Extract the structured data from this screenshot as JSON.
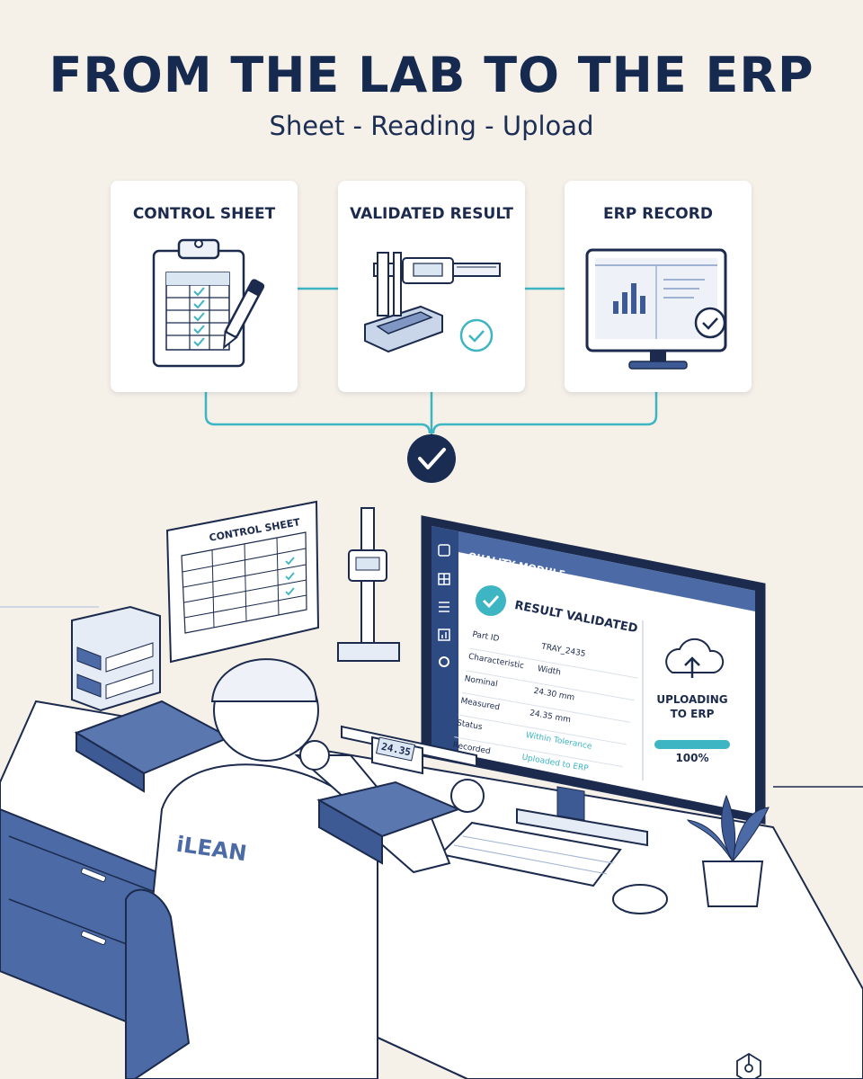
{
  "header": {
    "title": "FROM THE LAB TO THE ERP",
    "subtitle": "Sheet - Reading - Upload"
  },
  "cards": [
    {
      "title": "CONTROL SHEET",
      "icon": "clipboard-pen-icon"
    },
    {
      "title": "VALIDATED RESULT",
      "icon": "caliper-check-icon"
    },
    {
      "title": "ERP RECORD",
      "icon": "monitor-chart-check-icon"
    }
  ],
  "wall_sheet": {
    "title": "CONTROL SHEET"
  },
  "monitor": {
    "header": "QUALITY MODULE",
    "status": "RESULT VALIDATED",
    "sidebar_icons": [
      "square-icon",
      "grid-icon",
      "list-icon",
      "chart-icon",
      "gear-icon"
    ],
    "fields": [
      {
        "label": "Part ID",
        "value": "TRAY_2435"
      },
      {
        "label": "Characteristic",
        "value": "Width"
      },
      {
        "label": "Nominal",
        "value": "24.30 mm"
      },
      {
        "label": "Measured",
        "value": "24.35 mm"
      },
      {
        "label": "Status",
        "value": "Within Tolerance"
      },
      {
        "label": "Recorded",
        "value": "Uploaded to ERP"
      }
    ],
    "upload": {
      "label_line1": "UPLOADING",
      "label_line2": "TO ERP",
      "percent_text": "100%",
      "progress": 1.0
    }
  },
  "caliper_display": "24.35",
  "worker_jacket": "iLEAN",
  "colors": {
    "navy": "#16294f",
    "teal": "#3db5c2",
    "background": "#f5f0e8",
    "blue": "#4b6aa6"
  }
}
